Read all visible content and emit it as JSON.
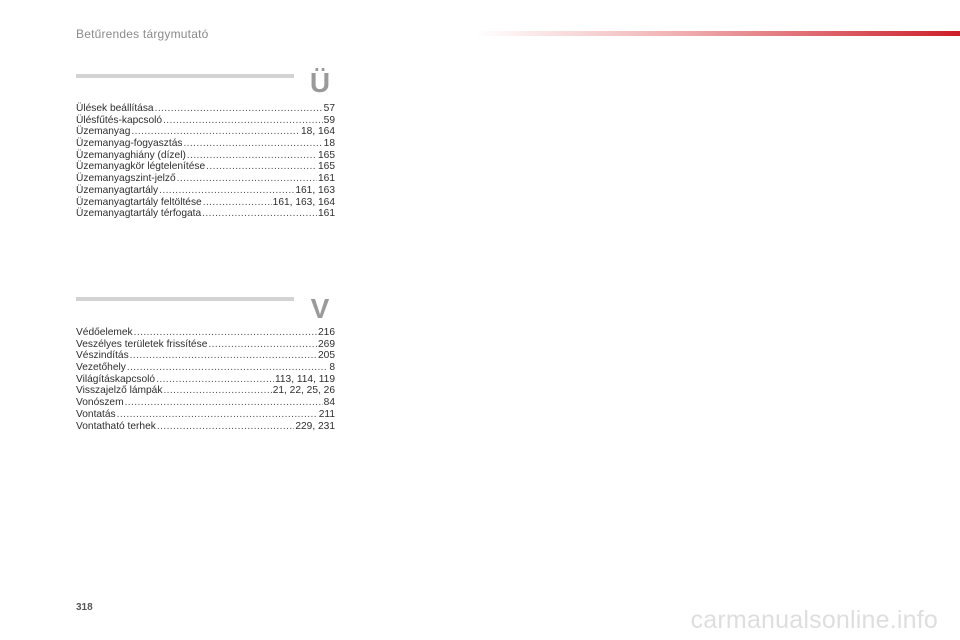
{
  "header": {
    "title": "Betűrendes tárgymutató"
  },
  "sections": [
    {
      "letter": "Ü",
      "entries": [
        {
          "term": "Ülések beállítása",
          "pages": "57"
        },
        {
          "term": "Ülésfűtés-kapcsoló",
          "pages": "59"
        },
        {
          "term": "Üzemanyag",
          "pages": "18, 164"
        },
        {
          "term": "Üzemanyag-fogyasztás",
          "pages": "18"
        },
        {
          "term": "Üzemanyaghiány (dízel)",
          "pages": "165"
        },
        {
          "term": "Üzemanyagkör légtelenítése",
          "pages": "165"
        },
        {
          "term": "Üzemanyagszint-jelző",
          "pages": "161"
        },
        {
          "term": "Üzemanyagtartály",
          "pages": "161, 163"
        },
        {
          "term": "Üzemanyagtartály feltöltése",
          "pages": "161, 163, 164"
        },
        {
          "term": "Üzemanyagtartály térfogata",
          "pages": "161"
        }
      ]
    },
    {
      "letter": "V",
      "entries": [
        {
          "term": "Védőelemek",
          "pages": "216"
        },
        {
          "term": "Veszélyes területek frissítése",
          "pages": "269"
        },
        {
          "term": "Vészindítás",
          "pages": "205"
        },
        {
          "term": "Vezetőhely",
          "pages": "8"
        },
        {
          "term": "Világításkapcsoló",
          "pages": "113, 114, 119"
        },
        {
          "term": "Visszajelző lámpák",
          "pages": "21, 22, 25, 26"
        },
        {
          "term": "Vonószem",
          "pages": "84"
        },
        {
          "term": "Vontatás",
          "pages": "211"
        },
        {
          "term": "Vontatható terhek",
          "pages": "229, 231"
        }
      ]
    }
  ],
  "footer": {
    "page_number": "318",
    "watermark": "carmanualsonline.info"
  }
}
